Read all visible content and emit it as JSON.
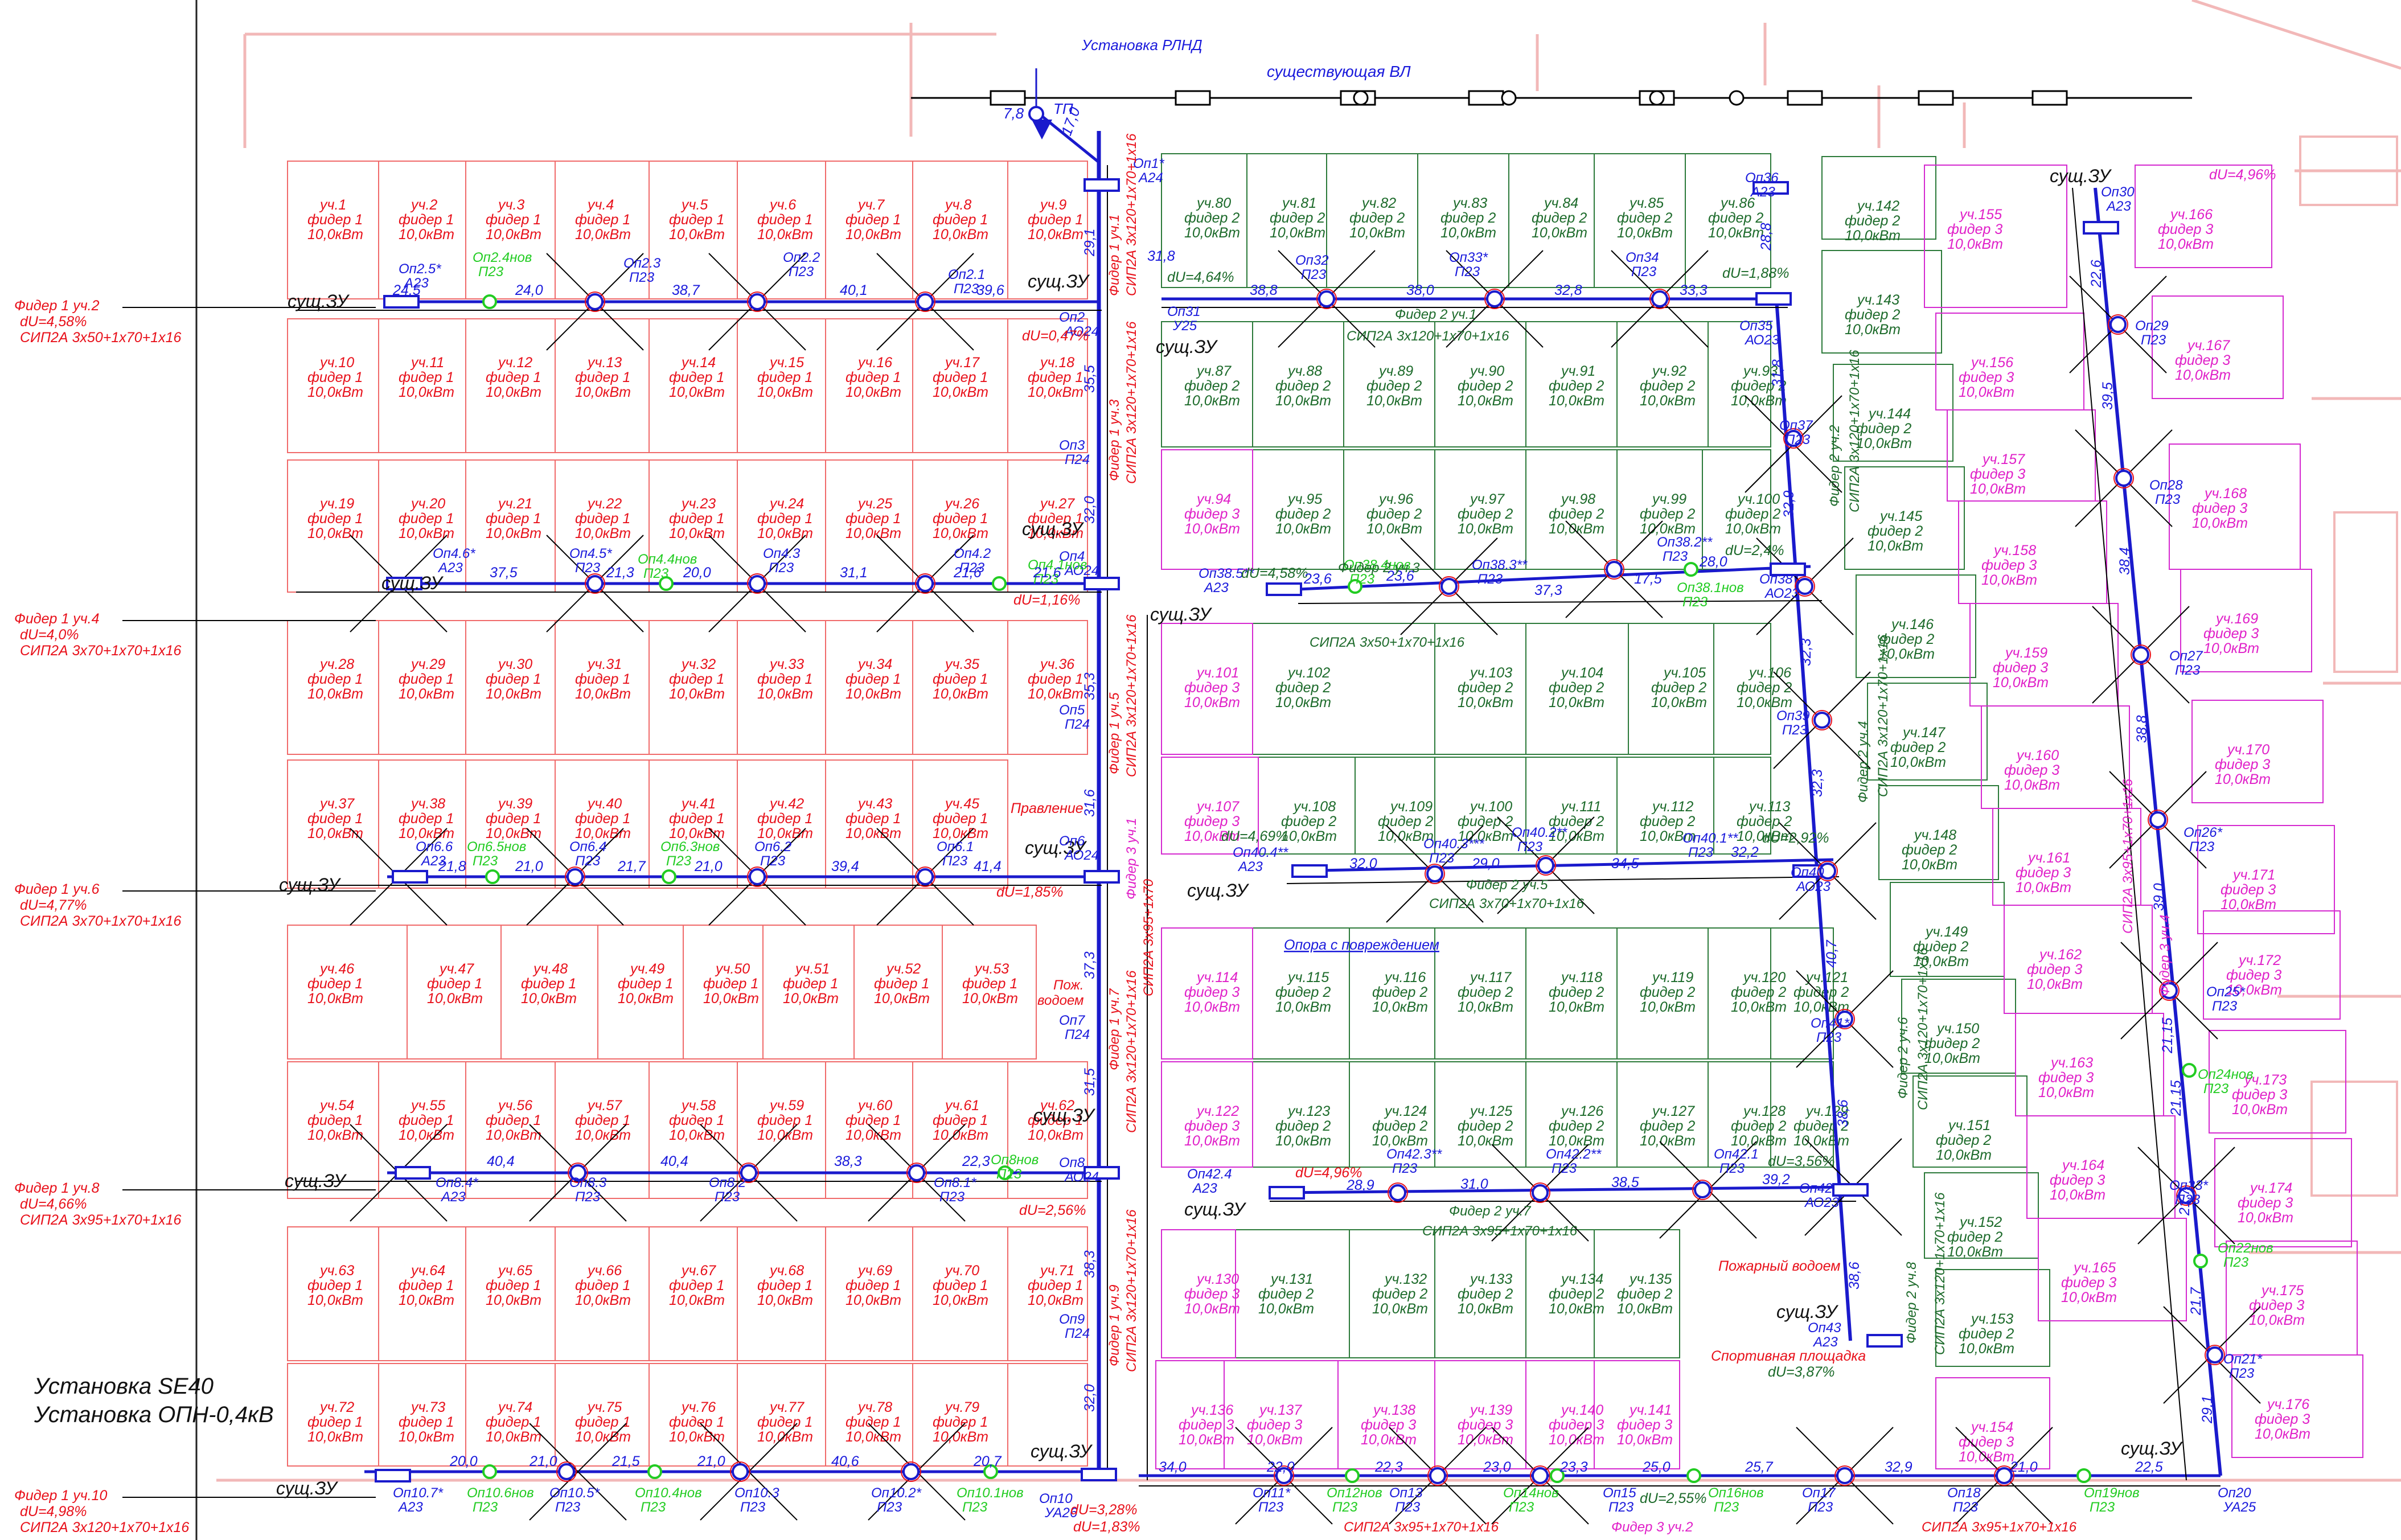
{
  "top": {
    "rlnd_label": "Установка РЛНД",
    "existing_line_label": "существующая ВЛ",
    "tp_label": "ТП",
    "tp_len_left": "7,8",
    "tp_len_down": "17,0"
  },
  "install_note": {
    "line1": "Установка SE40",
    "line2": "Установка ОПН-0,4кВ"
  },
  "feeder_notes": [
    {
      "line1": "Фидер 1 уч.2",
      "line2": "dU=4,58%",
      "line3": "СИП2А 3х50+1х70+1х16"
    },
    {
      "line1": "Фидер 1 уч.4",
      "line2": "dU=4,0%",
      "line3": "СИП2А 3х70+1х70+1х16"
    },
    {
      "line1": "Фидер 1 уч.6",
      "line2": "dU=4,77%",
      "line3": "СИП2А 3х70+1х70+1х16"
    },
    {
      "line1": "Фидер 1 уч.8",
      "line2": "dU=4,66%",
      "line3": "СИП2А 3х95+1х70+1х16"
    },
    {
      "line1": "Фидер 1 уч.10",
      "line2": "dU=4,98%",
      "line3": "СИП2А 3х120+1х70+1х16"
    }
  ],
  "sush_zu": "сущ.ЗУ",
  "lot_line2": {
    "f1": "фидер 1",
    "f2": "фидер 2",
    "f3": "фидер 3"
  },
  "lot_power": "10,0кВт",
  "labels": {
    "opora_damage": "Опора с повреждением",
    "fire_pond_1": "Пож. водоем",
    "fire_pond_2": "Пожарный водоем",
    "sport_ground": "Спортивная площадка",
    "pravlenie": "Правление",
    "cable_f2_1": "СИП2А 3х120+1х70+1х16",
    "cable_f2_3": "СИП2А 3х50+1х70+1х16",
    "cable_f2_5": "СИП2А 3х70+1х70+1х16",
    "cable_f2_7": "СИП2А 3х95+1х70+1х16",
    "cable_bottom_1": "СИП2А 3х95+1х70+1х16",
    "cable_bottom_2": "СИП2А 3х95+1х70+1х16",
    "feeder3_2": "Фидер 3 уч.2",
    "feeder2_1": "Фидер 2 уч.1",
    "feeder2_3": "Фидер 2 уч.3",
    "feeder2_5": "Фидер 2 уч.5",
    "feeder2_7": "Фидер 2 уч.7",
    "feeder2_2": "Фидер 2 уч.2",
    "feeder2_4": "Фидер 2 уч.4",
    "feeder2_6": "Фидер 2 уч.6",
    "feeder2_8": "Фидер 2 уч.8",
    "feeder3_4": "Фидер 3 уч.4",
    "feeder3_1": "Фидер 3 уч.1",
    "feeder1_1": "Фидер 1 уч.1",
    "feeder1_3": "Фидер 1 уч.3",
    "feeder1_5": "Фидер 1 уч.5",
    "feeder1_7": "Фидер 1 уч.7",
    "feeder1_9": "Фидер 1 уч.9",
    "cable_vert_1": "СИП2А 3х120+1х70+1х16",
    "cable_vert_2": "СИП2А 3х120+1х70+1х16",
    "cable_vert_3": "СИП2А 3х120+1х70+1х16",
    "cable_vert_4": "СИП2А 3х95+1х70",
    "cable_vert_5": "СИП2А 3х120+1х70+1х16",
    "cable_vert_6": "СИП2А 3х120+1х70+1х16",
    "cable_f2_vert_2": "СИП2А 3х120+1х70+1х16",
    "cable_f2_vert_4": "СИП2А 3х120+1х70+1х16",
    "cable_f2_vert_6": "СИП2А 3х120+1х70+1х16",
    "cable_f2_vert_8": "СИП2А 3х120+1х70+1х16",
    "cable_f3_vert": "СИП2А 3х95+1х70+1х16"
  },
  "red_lots": [
    {
      "n": "уч.1"
    },
    {
      "n": "уч.2"
    },
    {
      "n": "уч.3"
    },
    {
      "n": "уч.4"
    },
    {
      "n": "уч.5"
    },
    {
      "n": "уч.6"
    },
    {
      "n": "уч.7"
    },
    {
      "n": "уч.8"
    },
    {
      "n": "уч.9"
    },
    {
      "n": "уч.10"
    },
    {
      "n": "уч.11"
    },
    {
      "n": "уч.12"
    },
    {
      "n": "уч.13"
    },
    {
      "n": "уч.14"
    },
    {
      "n": "уч.15"
    },
    {
      "n": "уч.16"
    },
    {
      "n": "уч.17"
    },
    {
      "n": "уч.18"
    },
    {
      "n": "уч.19"
    },
    {
      "n": "уч.20"
    },
    {
      "n": "уч.21"
    },
    {
      "n": "уч.22"
    },
    {
      "n": "уч.23"
    },
    {
      "n": "уч.24"
    },
    {
      "n": "уч.25"
    },
    {
      "n": "уч.26"
    },
    {
      "n": "уч.27"
    },
    {
      "n": "уч.28"
    },
    {
      "n": "уч.29"
    },
    {
      "n": "уч.30"
    },
    {
      "n": "уч.31"
    },
    {
      "n": "уч.32"
    },
    {
      "n": "уч.33"
    },
    {
      "n": "уч.34"
    },
    {
      "n": "уч.35"
    },
    {
      "n": "уч.36"
    },
    {
      "n": "уч.37"
    },
    {
      "n": "уч.38"
    },
    {
      "n": "уч.39"
    },
    {
      "n": "уч.40"
    },
    {
      "n": "уч.41"
    },
    {
      "n": "уч.42"
    },
    {
      "n": "уч.43"
    },
    {
      "n": "уч.45"
    },
    {
      "n": "уч.46"
    },
    {
      "n": "уч.47"
    },
    {
      "n": "уч.48"
    },
    {
      "n": "уч.49"
    },
    {
      "n": "уч.50"
    },
    {
      "n": "уч.51"
    },
    {
      "n": "уч.52"
    },
    {
      "n": "уч.53"
    },
    {
      "n": "уч.54"
    },
    {
      "n": "уч.55"
    },
    {
      "n": "уч.56"
    },
    {
      "n": "уч.57"
    },
    {
      "n": "уч.58"
    },
    {
      "n": "уч.59"
    },
    {
      "n": "уч.60"
    },
    {
      "n": "уч.61"
    },
    {
      "n": "уч.62"
    },
    {
      "n": "уч.63"
    },
    {
      "n": "уч.64"
    },
    {
      "n": "уч.65"
    },
    {
      "n": "уч.66"
    },
    {
      "n": "уч.67"
    },
    {
      "n": "уч.68"
    },
    {
      "n": "уч.69"
    },
    {
      "n": "уч.70"
    },
    {
      "n": "уч.71"
    },
    {
      "n": "уч.72"
    },
    {
      "n": "уч.73"
    },
    {
      "n": "уч.74"
    },
    {
      "n": "уч.75"
    },
    {
      "n": "уч.76"
    },
    {
      "n": "уч.77"
    },
    {
      "n": "уч.78"
    },
    {
      "n": "уч.79"
    }
  ],
  "green_lots": [
    {
      "n": "уч.80"
    },
    {
      "n": "уч.81"
    },
    {
      "n": "уч.82"
    },
    {
      "n": "уч.83"
    },
    {
      "n": "уч.84"
    },
    {
      "n": "уч.85"
    },
    {
      "n": "уч.86"
    },
    {
      "n": "уч.87"
    },
    {
      "n": "уч.88"
    },
    {
      "n": "уч.89"
    },
    {
      "n": "уч.90"
    },
    {
      "n": "уч.91"
    },
    {
      "n": "уч.92"
    },
    {
      "n": "уч.93"
    },
    {
      "n": "уч.95"
    },
    {
      "n": "уч.96"
    },
    {
      "n": "уч.97"
    },
    {
      "n": "уч.98"
    },
    {
      "n": "уч.99"
    },
    {
      "n": "уч.100"
    },
    {
      "n": "уч.102"
    },
    {
      "n": "уч.103"
    },
    {
      "n": "уч.104"
    },
    {
      "n": "уч.105"
    },
    {
      "n": "уч.106"
    },
    {
      "n": "уч.108"
    },
    {
      "n": "уч.109"
    },
    {
      "n": "уч.100"
    },
    {
      "n": "уч.111"
    },
    {
      "n": "уч.112"
    },
    {
      "n": "уч.113"
    },
    {
      "n": "уч.115"
    },
    {
      "n": "уч.116"
    },
    {
      "n": "уч.117"
    },
    {
      "n": "уч.118"
    },
    {
      "n": "уч.119"
    },
    {
      "n": "уч.120"
    },
    {
      "n": "уч.121"
    },
    {
      "n": "уч.123"
    },
    {
      "n": "уч.124"
    },
    {
      "n": "уч.125"
    },
    {
      "n": "уч.126"
    },
    {
      "n": "уч.127"
    },
    {
      "n": "уч.128"
    },
    {
      "n": "уч.129"
    },
    {
      "n": "уч.131"
    },
    {
      "n": "уч.132"
    },
    {
      "n": "уч.133"
    },
    {
      "n": "уч.134"
    },
    {
      "n": "уч.135"
    },
    {
      "n": "уч.142"
    },
    {
      "n": "уч.143"
    },
    {
      "n": "уч.144"
    },
    {
      "n": "уч.145"
    },
    {
      "n": "уч.146"
    },
    {
      "n": "уч.147"
    },
    {
      "n": "уч.148"
    },
    {
      "n": "уч.149"
    },
    {
      "n": "уч.150"
    },
    {
      "n": "уч.151"
    },
    {
      "n": "уч.152"
    },
    {
      "n": "уч.153"
    }
  ],
  "magenta_lots": [
    {
      "n": "уч.94"
    },
    {
      "n": "уч.101"
    },
    {
      "n": "уч.107"
    },
    {
      "n": "уч.114"
    },
    {
      "n": "уч.122"
    },
    {
      "n": "уч.130"
    },
    {
      "n": "уч.136"
    },
    {
      "n": "уч.137"
    },
    {
      "n": "уч.138"
    },
    {
      "n": "уч.139"
    },
    {
      "n": "уч.140"
    },
    {
      "n": "уч.141"
    },
    {
      "n": "уч.154"
    },
    {
      "n": "уч.155"
    },
    {
      "n": "уч.156"
    },
    {
      "n": "уч.157"
    },
    {
      "n": "уч.158"
    },
    {
      "n": "уч.159"
    },
    {
      "n": "уч.160"
    },
    {
      "n": "уч.161"
    },
    {
      "n": "уч.162"
    },
    {
      "n": "уч.163"
    },
    {
      "n": "уч.164"
    },
    {
      "n": "уч.165"
    },
    {
      "n": "уч.166"
    },
    {
      "n": "уч.167"
    },
    {
      "n": "уч.168"
    },
    {
      "n": "уч.169"
    },
    {
      "n": "уч.170"
    },
    {
      "n": "уч.171"
    },
    {
      "n": "уч.172"
    },
    {
      "n": "уч.173"
    },
    {
      "n": "уч.174"
    },
    {
      "n": "уч.175"
    },
    {
      "n": "уч.176"
    }
  ],
  "poles": [
    {
      "n": "Оп1*",
      "t": "А24"
    },
    {
      "n": "Оп2",
      "t": "АО24"
    },
    {
      "n": "Оп3",
      "t": "П24"
    },
    {
      "n": "Оп4",
      "t": "АО24"
    },
    {
      "n": "Оп5",
      "t": "П24"
    },
    {
      "n": "Оп6",
      "t": "АО24"
    },
    {
      "n": "Оп7",
      "t": "П24"
    },
    {
      "n": "Оп8",
      "t": "АО24"
    },
    {
      "n": "Оп9",
      "t": "П24"
    },
    {
      "n": "Оп10",
      "t": "УА26"
    },
    {
      "n": "Оп2.1",
      "t": "П23"
    },
    {
      "n": "Оп2.2",
      "t": "П23"
    },
    {
      "n": "Оп2.3",
      "t": "П23"
    },
    {
      "n": "Оп2.4нов",
      "t": "П23"
    },
    {
      "n": "Оп2.5*",
      "t": "А23"
    },
    {
      "n": "Оп4.1нов",
      "t": "П23"
    },
    {
      "n": "Оп4.2",
      "t": "П23"
    },
    {
      "n": "Оп4.3",
      "t": "П23"
    },
    {
      "n": "Оп4.4нов",
      "t": "П23"
    },
    {
      "n": "Оп4.5*",
      "t": "П23"
    },
    {
      "n": "Оп4.6*",
      "t": "А23"
    },
    {
      "n": "Оп6.1",
      "t": "П23"
    },
    {
      "n": "Оп6.2",
      "t": "П23"
    },
    {
      "n": "Оп6.3нов",
      "t": "П23"
    },
    {
      "n": "Оп6.4",
      "t": "П23"
    },
    {
      "n": "Оп6.5нов",
      "t": "П23"
    },
    {
      "n": "Оп6.6",
      "t": "А23"
    },
    {
      "n": "Оп8нов",
      "t": "П23"
    },
    {
      "n": "Оп8.1*",
      "t": "П23"
    },
    {
      "n": "Оп8.2",
      "t": "П23"
    },
    {
      "n": "Оп8.3",
      "t": "П23"
    },
    {
      "n": "Оп8.4*",
      "t": "А23"
    },
    {
      "n": "Оп10.1нов",
      "t": "П23"
    },
    {
      "n": "Оп10.2*",
      "t": "П23"
    },
    {
      "n": "Оп10.3",
      "t": "П23"
    },
    {
      "n": "Оп10.4нов",
      "t": "П23"
    },
    {
      "n": "Оп10.5*",
      "t": "П23"
    },
    {
      "n": "Оп10.6нов",
      "t": "П23"
    },
    {
      "n": "Оп10.7*",
      "t": "А23"
    },
    {
      "n": "Оп11*",
      "t": "П23"
    },
    {
      "n": "Оп12нов",
      "t": "П23"
    },
    {
      "n": "Оп13",
      "t": "П23"
    },
    {
      "n": "Оп14нов",
      "t": "П23"
    },
    {
      "n": "Оп15",
      "t": "П23"
    },
    {
      "n": "Оп16нов",
      "t": "П23"
    },
    {
      "n": "Оп17",
      "t": "П23"
    },
    {
      "n": "Оп18",
      "t": "П23"
    },
    {
      "n": "Оп19нов",
      "t": "П23"
    },
    {
      "n": "Оп20",
      "t": "УА25"
    },
    {
      "n": "Оп21*",
      "t": "П23"
    },
    {
      "n": "Оп22нов",
      "t": "П23"
    },
    {
      "n": "Оп23*",
      "t": "П23"
    },
    {
      "n": "Оп24нов",
      "t": "П23"
    },
    {
      "n": "Оп25*",
      "t": "П23"
    },
    {
      "n": "Оп26*",
      "t": "П23"
    },
    {
      "n": "Оп27",
      "t": "П23"
    },
    {
      "n": "Оп28",
      "t": "П23"
    },
    {
      "n": "Оп29",
      "t": "П23"
    },
    {
      "n": "Оп30",
      "t": "А23"
    },
    {
      "n": "Оп31",
      "t": "У25"
    },
    {
      "n": "Оп32",
      "t": "П23"
    },
    {
      "n": "Оп33*",
      "t": "П23"
    },
    {
      "n": "Оп34",
      "t": "П23"
    },
    {
      "n": "Оп35",
      "t": "АО23"
    },
    {
      "n": "Оп36",
      "t": "А23"
    },
    {
      "n": "Оп37",
      "t": "П23"
    },
    {
      "n": "Оп38",
      "t": "АО23"
    },
    {
      "n": "Оп39",
      "t": "П23"
    },
    {
      "n": "Оп40",
      "t": "АО23"
    },
    {
      "n": "Оп41*",
      "t": "П23"
    },
    {
      "n": "Оп42",
      "t": "АО23"
    },
    {
      "n": "Оп43",
      "t": "А23"
    },
    {
      "n": "Оп38.1нов",
      "t": "П23"
    },
    {
      "n": "Оп38.2**",
      "t": "П23"
    },
    {
      "n": "Оп38.3**",
      "t": "П23"
    },
    {
      "n": "Оп38.4нов",
      "t": "П23"
    },
    {
      "n": "Оп38.5**",
      "t": "А23"
    },
    {
      "n": "Оп40.1**",
      "t": "П23"
    },
    {
      "n": "Оп40.2**",
      "t": "П23"
    },
    {
      "n": "Оп40.3***",
      "t": "П23"
    },
    {
      "n": "Оп40.4**",
      "t": "А23"
    },
    {
      "n": "Оп42.1",
      "t": "П23"
    },
    {
      "n": "Оп42.2**",
      "t": "П23"
    },
    {
      "n": "Оп42.3**",
      "t": "П23"
    },
    {
      "n": "Оп42.4",
      "t": "А23"
    }
  ],
  "du": [
    "dU=0,47%",
    "dU=1,16%",
    "dU=1,85%",
    "dU=2,56%",
    "dU=3,28%",
    "dU=1,83%",
    "dU=4,64%",
    "dU=1,88%",
    "dU=4,58%",
    "dU=2,4%",
    "dU=4,69%",
    "dU=2,92%",
    "dU=4,96%",
    "dU=3,56%",
    "dU=3,87%",
    "dU=2,55%",
    "dU=4,96%"
  ],
  "spans": {
    "f1_row2": [
      "24,5",
      "24,0",
      "38,7",
      "40,1",
      "39,6"
    ],
    "f1_row4": [
      "37,5",
      "21,3",
      "20,0",
      "31,1",
      "21,6",
      "21,6"
    ],
    "f1_row6": [
      "21,8",
      "21,0",
      "21,7",
      "21,0",
      "39,4",
      "41,4"
    ],
    "f1_row8": [
      "40,4",
      "40,4",
      "38,3",
      "22,3"
    ],
    "f1_row10": [
      "20,0",
      "21,0",
      "21,5",
      "21,0",
      "40,6",
      "20,7"
    ],
    "f1_vert": [
      "29,1",
      "35,5",
      "32,0",
      "35,3",
      "31,6",
      "37,3",
      "31,5",
      "38,3",
      "32,0"
    ],
    "f2_row1": [
      "31,8",
      "38,8",
      "38,0",
      "32,8",
      "33,3"
    ],
    "f2_row3": [
      "23,6",
      "23,6",
      "37,3",
      "17,5",
      "28,0"
    ],
    "f2_row5": [
      "32,0",
      "29,0",
      "34,5",
      "32,2"
    ],
    "f2_row7": [
      "28,9",
      "31,0",
      "38,5",
      "39,2"
    ],
    "f2_vert": [
      "28,8",
      "31,8",
      "32,9",
      "32,3",
      "32,3",
      "40,7",
      "38,6",
      "38,6"
    ],
    "f3_bottom": [
      "34,0",
      "22,0",
      "22,3",
      "23,0",
      "23,3",
      "25,0",
      "25,7",
      "32,9",
      "21,0",
      "22,5"
    ],
    "f3_vert": [
      "22,6",
      "39,5",
      "38,4",
      "38,8",
      "39,0",
      "21,15",
      "21,15",
      "21,7",
      "21,7",
      "29,1"
    ]
  }
}
